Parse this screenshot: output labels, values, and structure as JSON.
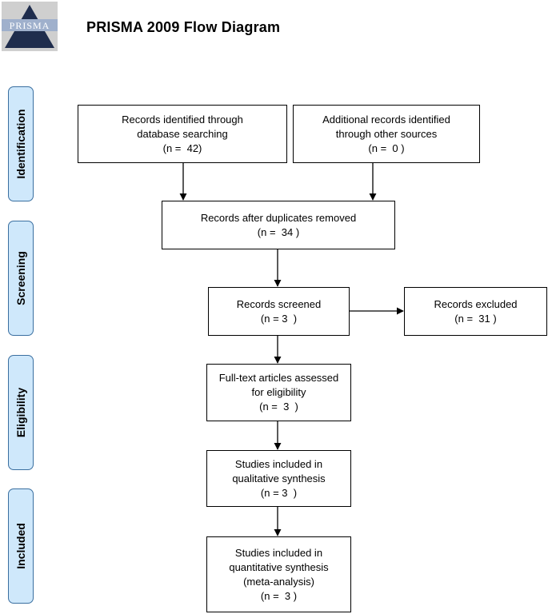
{
  "header": {
    "logo_text": "PRISMA",
    "title": "PRISMA 2009 Flow Diagram"
  },
  "stages": {
    "identification": "Identification",
    "screening": "Screening",
    "eligibility": "Eligibility",
    "included": "Included"
  },
  "boxes": {
    "database": {
      "line1": "Records identified through",
      "line2": "database searching",
      "count": "(n =  42)"
    },
    "other_sources": {
      "line1": "Additional records identified",
      "line2": "through other sources",
      "count": "(n =  0 )"
    },
    "after_duplicates": {
      "line1": "Records after duplicates removed",
      "count": "(n =  34 )"
    },
    "screened": {
      "line1": "Records screened",
      "count": "(n = 3  )"
    },
    "excluded": {
      "line1": "Records excluded",
      "count": "(n =  31 )"
    },
    "fulltext": {
      "line1": "Full-text articles assessed",
      "line2": "for eligibility",
      "count": "(n =  3  )"
    },
    "qualitative": {
      "line1": "Studies included in",
      "line2": "qualitative synthesis",
      "count": "(n = 3  )"
    },
    "quantitative": {
      "line1": "Studies included in",
      "line2": "quantitative synthesis",
      "line3": "(meta-analysis)",
      "count": "(n =  3 )"
    }
  }
}
